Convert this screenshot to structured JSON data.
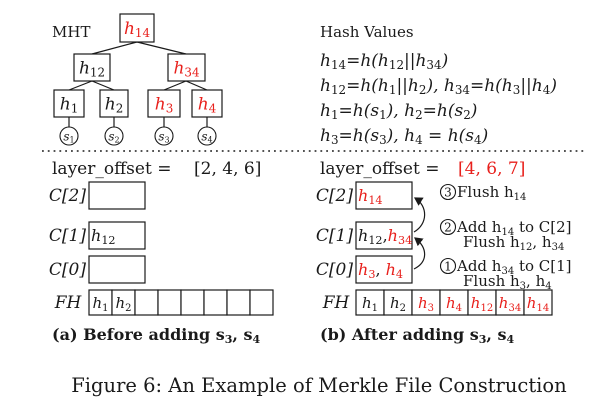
{
  "colors": {
    "ink": "#1a1a1a",
    "accent": "#e8201c"
  },
  "tree": {
    "title": "MHT",
    "root": "h14",
    "mid_left": "h12",
    "mid_right": "h34",
    "leaves": [
      "h1",
      "h2",
      "h3",
      "h4"
    ],
    "segments": [
      "s1",
      "s2",
      "s3",
      "s4"
    ]
  },
  "hash_values": {
    "title": "Hash Values",
    "lines": [
      "h14=h(h12||h34)",
      "h12=h(h1||h2), h34=h(h3||h4)",
      "h1=h(s1), h2=h(s2)",
      "h3=h(s3), h4 = h(s4)"
    ]
  },
  "before": {
    "layer_offset_label": "layer_offset = ",
    "layer_offset_value": "[2, 4, 6]",
    "caches": [
      {
        "label": "C[2]",
        "content": ""
      },
      {
        "label": "C[1]",
        "content": "h12"
      },
      {
        "label": "C[0]",
        "content": ""
      }
    ],
    "file_label": "FH",
    "file_cells": [
      "h1",
      "h2",
      "",
      "",
      "",
      "",
      "",
      ""
    ],
    "caption": "(a) Before adding s3, s4"
  },
  "after": {
    "layer_offset_label": "layer_offset = ",
    "layer_offset_value": "[4, 6, 7]",
    "caches": [
      {
        "label": "C[2]",
        "content": "h14"
      },
      {
        "label": "C[1]",
        "content": "h12,h34"
      },
      {
        "label": "C[0]",
        "content": "h3, h4"
      }
    ],
    "file_label": "FH",
    "file_cells": [
      "h1",
      "h2",
      "h3",
      "h4",
      "h12",
      "h34",
      "h14"
    ],
    "steps": [
      {
        "num": "3",
        "line1": "Flush h14",
        "line2": ""
      },
      {
        "num": "2",
        "line1": "Add h14 to C[2]",
        "line2": "Flush h12, h34"
      },
      {
        "num": "1",
        "line1": "Add h34 to C[1]",
        "line2": "Flush h3, h4"
      }
    ],
    "caption": "(b) After adding s3, s4"
  },
  "figure_caption": "Figure 6: An Example of Merkle File Construction"
}
